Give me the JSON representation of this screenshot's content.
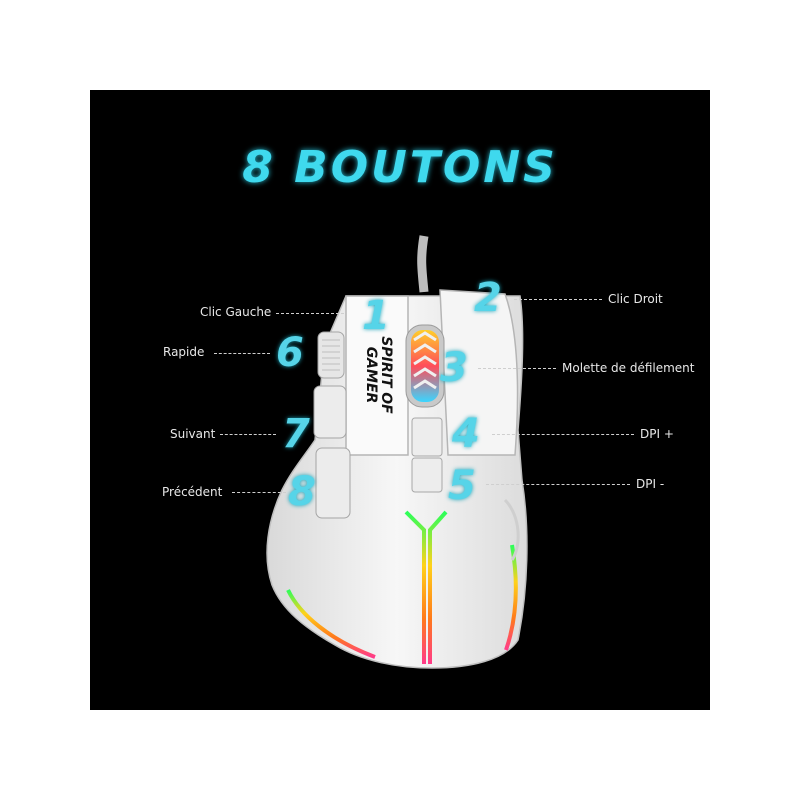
{
  "title": "8 BOUTONS",
  "mouse_brand": {
    "line1": "SPIRIT OF",
    "line2": "GAMER"
  },
  "buttons": [
    {
      "number": "1",
      "label": "Clic Gauche"
    },
    {
      "number": "2",
      "label": "Clic Droit"
    },
    {
      "number": "3",
      "label": "Molette de défilement"
    },
    {
      "number": "4",
      "label": "DPI +"
    },
    {
      "number": "5",
      "label": "DPI -"
    },
    {
      "number": "6",
      "label": "Rapide"
    },
    {
      "number": "7",
      "label": "Suivant"
    },
    {
      "number": "8",
      "label": "Précédent"
    }
  ],
  "colors": {
    "background": "#000000",
    "accent": "#3fd9ee",
    "mouse_body": "#f2f2f2",
    "label_text": "#e8e8e8"
  }
}
